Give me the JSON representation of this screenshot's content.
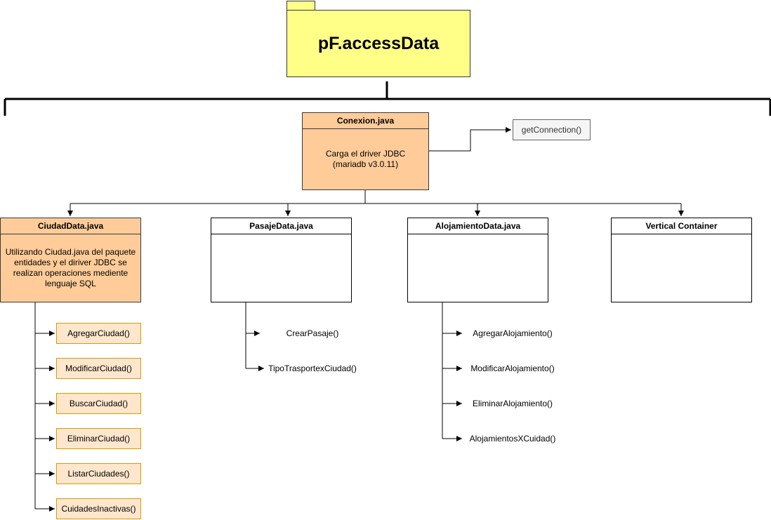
{
  "package": {
    "name": "pF.accessData"
  },
  "conexion": {
    "title": "Conexion.java",
    "description": "Carga el driver JDBC\n(mariadb v3.0.11)",
    "method": "getConnection()"
  },
  "containers": [
    {
      "title": "CiudadData.java",
      "description": "Utilizando Ciudad.java del paquete entidades  y el diriver JDBC se realizan operaciones mediente lenguaje SQL",
      "methods": [
        "AgregarCiudad()",
        "ModificarCiudad()",
        "BuscarCiudad()",
        "EliminarCiudad()",
        "ListarCiudades()",
        "CuidadesInactivas()"
      ]
    },
    {
      "title": "PasajeData.java",
      "description": "",
      "methods": [
        "CrearPasaje()",
        "TipoTrasportexCiudad()"
      ]
    },
    {
      "title": "AlojamientoData.java",
      "description": "",
      "methods": [
        "AgregarAlojamiento()",
        "ModificarAlojamiento()",
        "EliminarAlojamiento()",
        "AlojamientosXCuidad()"
      ]
    },
    {
      "title": "Vertical Container",
      "description": "",
      "methods": []
    }
  ],
  "colors": {
    "package_fill": "#ffff88",
    "class_fill": "#ffcc99",
    "method_fill": "#ffe6cc",
    "method_border": "#d79b00",
    "getconnection_fill": "#f5f5f5"
  }
}
